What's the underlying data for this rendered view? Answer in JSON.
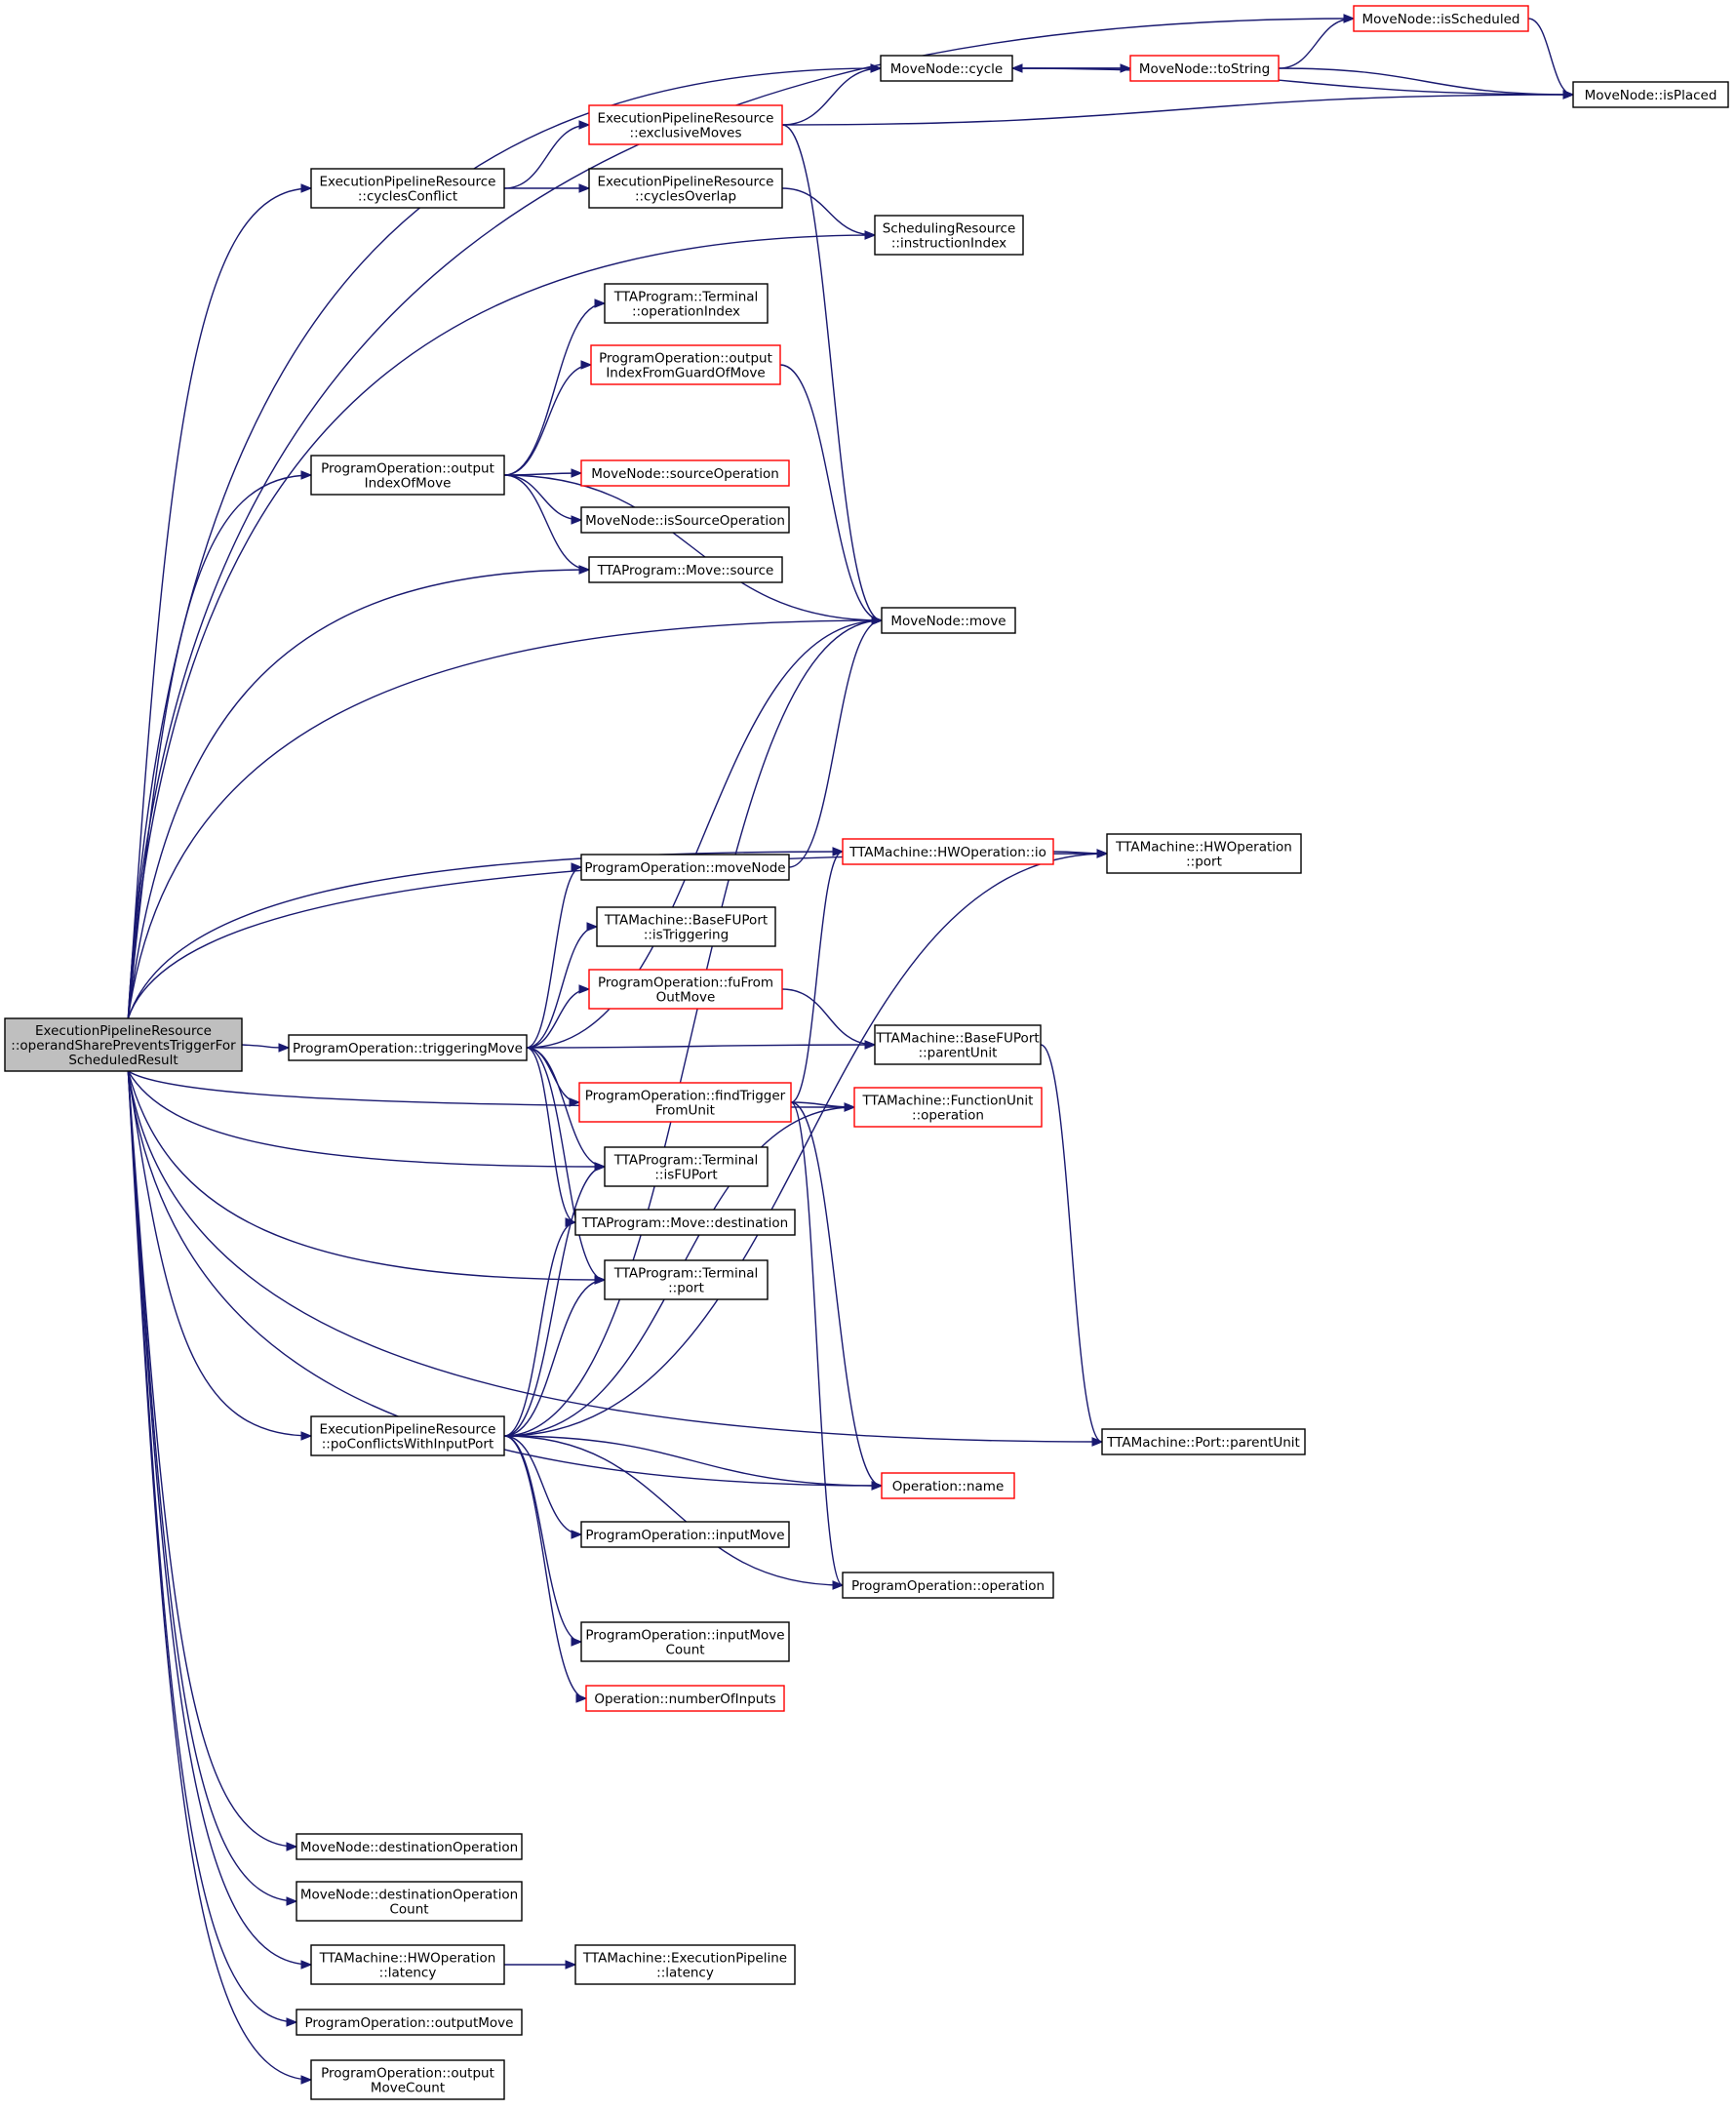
{
  "colors": {
    "edge": "#191970",
    "border_normal": "#000000",
    "border_truncated": "#ff0000",
    "root_fill": "#bfbfbf",
    "node_fill": "#ffffff"
  },
  "nodes": [
    {
      "id": "root",
      "lines": [
        "ExecutionPipelineResource",
        "::operandSharePreventsTriggerFor",
        "ScheduledResult"
      ],
      "style": "root"
    },
    {
      "id": "isScheduled",
      "lines": [
        "MoveNode::isScheduled"
      ],
      "style": "red"
    },
    {
      "id": "cycle",
      "lines": [
        "MoveNode::cycle"
      ],
      "style": "normal"
    },
    {
      "id": "toString",
      "lines": [
        "MoveNode::toString"
      ],
      "style": "red"
    },
    {
      "id": "isPlaced",
      "lines": [
        "MoveNode::isPlaced"
      ],
      "style": "normal"
    },
    {
      "id": "exclusiveMoves",
      "lines": [
        "ExecutionPipelineResource",
        "::exclusiveMoves"
      ],
      "style": "red"
    },
    {
      "id": "cyclesConflict",
      "lines": [
        "ExecutionPipelineResource",
        "::cyclesConflict"
      ],
      "style": "normal"
    },
    {
      "id": "cyclesOverlap",
      "lines": [
        "ExecutionPipelineResource",
        "::cyclesOverlap"
      ],
      "style": "normal"
    },
    {
      "id": "instructionIndex",
      "lines": [
        "SchedulingResource",
        "::instructionIndex"
      ],
      "style": "normal"
    },
    {
      "id": "termOpIndex",
      "lines": [
        "TTAProgram::Terminal",
        "::operationIndex"
      ],
      "style": "normal"
    },
    {
      "id": "outIdxGuard",
      "lines": [
        "ProgramOperation::output",
        "IndexFromGuardOfMove"
      ],
      "style": "red"
    },
    {
      "id": "outIdxOfMove",
      "lines": [
        "ProgramOperation::output",
        "IndexOfMove"
      ],
      "style": "normal"
    },
    {
      "id": "sourceOperation",
      "lines": [
        "MoveNode::sourceOperation"
      ],
      "style": "red"
    },
    {
      "id": "isSourceOperation",
      "lines": [
        "MoveNode::isSourceOperation"
      ],
      "style": "normal"
    },
    {
      "id": "moveSource",
      "lines": [
        "TTAProgram::Move::source"
      ],
      "style": "normal"
    },
    {
      "id": "move",
      "lines": [
        "MoveNode::move"
      ],
      "style": "normal"
    },
    {
      "id": "hwopIo",
      "lines": [
        "TTAMachine::HWOperation::io"
      ],
      "style": "red"
    },
    {
      "id": "hwopPort",
      "lines": [
        "TTAMachine::HWOperation",
        "::port"
      ],
      "style": "normal"
    },
    {
      "id": "moveNode",
      "lines": [
        "ProgramOperation::moveNode"
      ],
      "style": "normal"
    },
    {
      "id": "isTriggering",
      "lines": [
        "TTAMachine::BaseFUPort",
        "::isTriggering"
      ],
      "style": "normal"
    },
    {
      "id": "fuFromOutMove",
      "lines": [
        "ProgramOperation::fuFrom",
        "OutMove"
      ],
      "style": "red"
    },
    {
      "id": "baseParentUnit",
      "lines": [
        "TTAMachine::BaseFUPort",
        "::parentUnit"
      ],
      "style": "normal"
    },
    {
      "id": "triggeringMove",
      "lines": [
        "ProgramOperation::triggeringMove"
      ],
      "style": "normal"
    },
    {
      "id": "findTrigger",
      "lines": [
        "ProgramOperation::findTrigger",
        "FromUnit"
      ],
      "style": "red"
    },
    {
      "id": "fuOperation",
      "lines": [
        "TTAMachine::FunctionUnit",
        "::operation"
      ],
      "style": "red"
    },
    {
      "id": "isFUPort",
      "lines": [
        "TTAProgram::Terminal",
        "::isFUPort"
      ],
      "style": "normal"
    },
    {
      "id": "moveDestination",
      "lines": [
        "TTAProgram::Move::destination"
      ],
      "style": "normal"
    },
    {
      "id": "termPort",
      "lines": [
        "TTAProgram::Terminal",
        "::port"
      ],
      "style": "normal"
    },
    {
      "id": "poConflicts",
      "lines": [
        "ExecutionPipelineResource",
        "::poConflictsWithInputPort"
      ],
      "style": "normal"
    },
    {
      "id": "portParentUnit",
      "lines": [
        "TTAMachine::Port::parentUnit"
      ],
      "style": "normal"
    },
    {
      "id": "opName",
      "lines": [
        "Operation::name"
      ],
      "style": "red"
    },
    {
      "id": "inputMove",
      "lines": [
        "ProgramOperation::inputMove"
      ],
      "style": "normal"
    },
    {
      "id": "poOperation",
      "lines": [
        "ProgramOperation::operation"
      ],
      "style": "normal"
    },
    {
      "id": "inputMoveCount",
      "lines": [
        "ProgramOperation::inputMove",
        "Count"
      ],
      "style": "normal"
    },
    {
      "id": "numberOfInputs",
      "lines": [
        "Operation::numberOfInputs"
      ],
      "style": "red"
    },
    {
      "id": "destOperation",
      "lines": [
        "MoveNode::destinationOperation"
      ],
      "style": "normal"
    },
    {
      "id": "destOperationCount",
      "lines": [
        "MoveNode::destinationOperation",
        "Count"
      ],
      "style": "normal"
    },
    {
      "id": "hwLatency",
      "lines": [
        "TTAMachine::HWOperation",
        "::latency"
      ],
      "style": "normal"
    },
    {
      "id": "pipeLatency",
      "lines": [
        "TTAMachine::ExecutionPipeline",
        "::latency"
      ],
      "style": "normal"
    },
    {
      "id": "outputMove",
      "lines": [
        "ProgramOperation::outputMove"
      ],
      "style": "normal"
    },
    {
      "id": "outputMoveCount",
      "lines": [
        "ProgramOperation::output",
        "MoveCount"
      ],
      "style": "normal"
    }
  ],
  "edges": [
    [
      "root",
      "isScheduled"
    ],
    [
      "root",
      "cycle"
    ],
    [
      "root",
      "cyclesConflict"
    ],
    [
      "root",
      "instructionIndex"
    ],
    [
      "root",
      "outIdxOfMove"
    ],
    [
      "root",
      "moveSource"
    ],
    [
      "root",
      "move"
    ],
    [
      "root",
      "hwopPort"
    ],
    [
      "root",
      "hwopIo"
    ],
    [
      "root",
      "fuOperation"
    ],
    [
      "root",
      "triggeringMove"
    ],
    [
      "root",
      "isFUPort"
    ],
    [
      "root",
      "termPort"
    ],
    [
      "root",
      "poConflicts"
    ],
    [
      "root",
      "opName"
    ],
    [
      "root",
      "portParentUnit"
    ],
    [
      "root",
      "destOperation"
    ],
    [
      "root",
      "destOperationCount"
    ],
    [
      "root",
      "hwLatency"
    ],
    [
      "root",
      "outputMove"
    ],
    [
      "root",
      "outputMoveCount"
    ],
    [
      "cycle",
      "toString"
    ],
    [
      "cycle",
      "isPlaced"
    ],
    [
      "toString",
      "cycle"
    ],
    [
      "toString",
      "isScheduled"
    ],
    [
      "toString",
      "isPlaced"
    ],
    [
      "isScheduled",
      "isPlaced"
    ],
    [
      "exclusiveMoves",
      "cycle"
    ],
    [
      "exclusiveMoves",
      "isPlaced"
    ],
    [
      "exclusiveMoves",
      "move"
    ],
    [
      "cyclesConflict",
      "exclusiveMoves"
    ],
    [
      "cyclesConflict",
      "cyclesOverlap"
    ],
    [
      "cyclesOverlap",
      "instructionIndex"
    ],
    [
      "outIdxOfMove",
      "termOpIndex"
    ],
    [
      "outIdxOfMove",
      "outIdxGuard"
    ],
    [
      "outIdxOfMove",
      "move"
    ],
    [
      "outIdxOfMove",
      "sourceOperation"
    ],
    [
      "outIdxOfMove",
      "isSourceOperation"
    ],
    [
      "outIdxOfMove",
      "moveSource"
    ],
    [
      "outIdxGuard",
      "move"
    ],
    [
      "moveNode",
      "move"
    ],
    [
      "hwopIo",
      "hwopPort"
    ],
    [
      "triggeringMove",
      "move"
    ],
    [
      "triggeringMove",
      "moveNode"
    ],
    [
      "triggeringMove",
      "isTriggering"
    ],
    [
      "triggeringMove",
      "fuFromOutMove"
    ],
    [
      "triggeringMove",
      "baseParentUnit"
    ],
    [
      "triggeringMove",
      "findTrigger"
    ],
    [
      "triggeringMove",
      "isFUPort"
    ],
    [
      "triggeringMove",
      "moveDestination"
    ],
    [
      "triggeringMove",
      "termPort"
    ],
    [
      "fuFromOutMove",
      "baseParentUnit"
    ],
    [
      "findTrigger",
      "hwopIo"
    ],
    [
      "findTrigger",
      "fuOperation"
    ],
    [
      "findTrigger",
      "opName"
    ],
    [
      "findTrigger",
      "poOperation"
    ],
    [
      "baseParentUnit",
      "portParentUnit"
    ],
    [
      "poConflicts",
      "isFUPort"
    ],
    [
      "poConflicts",
      "moveDestination"
    ],
    [
      "poConflicts",
      "termPort"
    ],
    [
      "poConflicts",
      "move"
    ],
    [
      "poConflicts",
      "fuOperation"
    ],
    [
      "poConflicts",
      "hwopPort"
    ],
    [
      "poConflicts",
      "opName"
    ],
    [
      "poConflicts",
      "inputMove"
    ],
    [
      "poConflicts",
      "poOperation"
    ],
    [
      "poConflicts",
      "inputMoveCount"
    ],
    [
      "poConflicts",
      "numberOfInputs"
    ],
    [
      "hwLatency",
      "pipeLatency"
    ]
  ]
}
